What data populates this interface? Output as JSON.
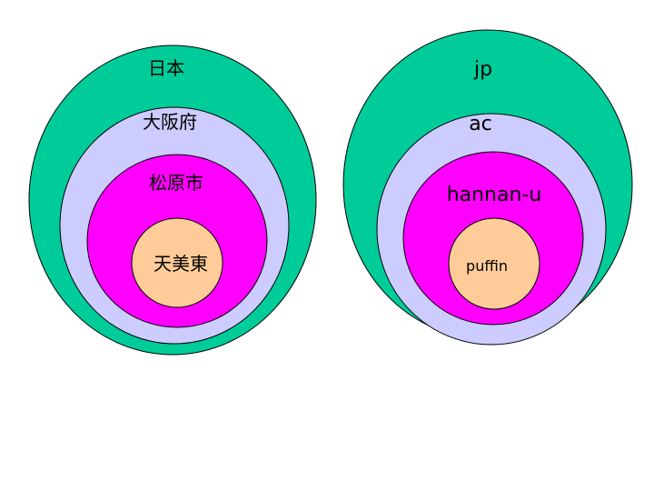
{
  "left_diagram": {
    "levels": [
      {
        "label": "日本",
        "color": "#00cc99"
      },
      {
        "label": "大阪府",
        "color": "#ccccff"
      },
      {
        "label": "松原市",
        "color": "#ff00ff"
      },
      {
        "label": "天美東",
        "color": "#ffcc99"
      }
    ]
  },
  "right_diagram": {
    "levels": [
      {
        "label": "jp",
        "color": "#00cc99"
      },
      {
        "label": "ac",
        "color": "#ccccff"
      },
      {
        "label": "hannan-u",
        "color": "#ff00ff"
      },
      {
        "label": "puffin",
        "color": "#ffcc99"
      }
    ]
  }
}
